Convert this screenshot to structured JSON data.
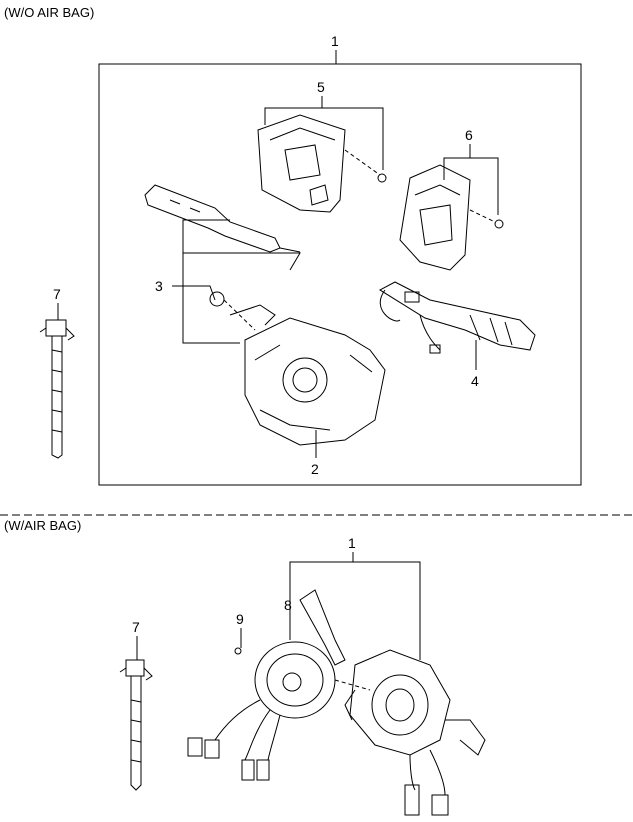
{
  "sections": [
    {
      "title": "(W/O AIR BAG)",
      "labels": [
        "1",
        "5",
        "6",
        "3",
        "4",
        "2",
        "7"
      ]
    },
    {
      "title": "(W/AIR BAG)",
      "labels": [
        "1",
        "8",
        "9",
        "7"
      ]
    }
  ],
  "colors": {
    "line": "#000000",
    "background": "#ffffff"
  }
}
